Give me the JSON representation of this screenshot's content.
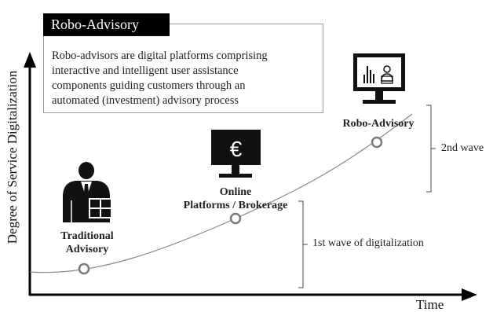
{
  "definition": {
    "title": "Robo-Advisory",
    "lines": [
      "Robo-advisors are digital platforms comprising",
      "interactive and intelligent user assistance",
      "components guiding customers through an",
      "automated (investment) advisory process"
    ]
  },
  "axes": {
    "y_label": "Degree of Service Digitalization",
    "x_label": "Time"
  },
  "stages": [
    {
      "lines": [
        "Traditional",
        "Advisory"
      ],
      "icon": "advisor-person-icon"
    },
    {
      "lines": [
        "Online",
        "Platforms / Brokerage"
      ],
      "icon": "euro-monitor-icon"
    },
    {
      "lines": [
        "Robo-Advisory"
      ],
      "icon": "analytics-monitor-icon"
    }
  ],
  "waves": [
    {
      "label": "1st wave of digitalization"
    },
    {
      "label": "2nd wave"
    }
  ]
}
